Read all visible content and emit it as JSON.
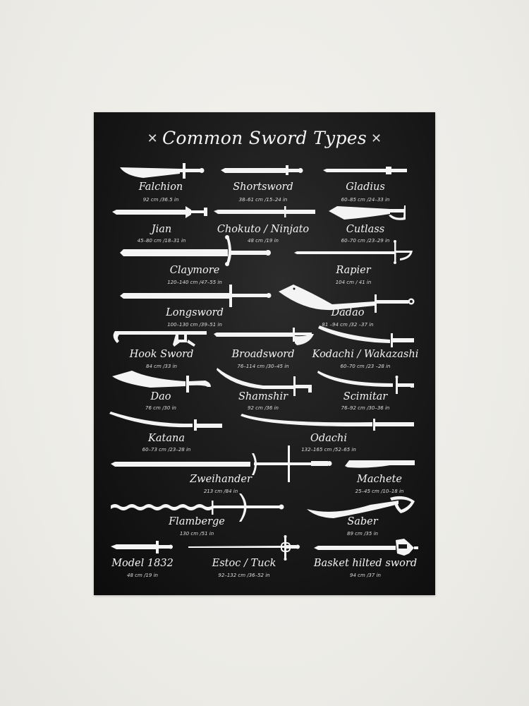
{
  "poster": {
    "title": "Common Sword Types",
    "title_ornament": "crossed-swords",
    "background_color": "#141414",
    "ink_color": "#f4f4f4",
    "wall_color": "#efeee9"
  },
  "swords": [
    {
      "name": "Falchion",
      "measure": "92 cm /36.5 in"
    },
    {
      "name": "Shortsword",
      "measure": "38–61 cm /15–24 in"
    },
    {
      "name": "Gladius",
      "measure": "60–85 cm /24–33 in"
    },
    {
      "name": "Jian",
      "measure": "45–80 cm /18–31 in"
    },
    {
      "name": "Chokuto / Ninjato",
      "measure": "48 cm /19 in"
    },
    {
      "name": "Cutlass",
      "measure": "60–70 cm /23–29 in"
    },
    {
      "name": "Claymore",
      "measure": "120–140 cm /47–55 in"
    },
    {
      "name": "Rapier",
      "measure": "104 cm / 41 in"
    },
    {
      "name": "Longsword",
      "measure": "100–130 cm /39–51 in"
    },
    {
      "name": "Dadao",
      "measure": "81 –94 cm /32 –37 in"
    },
    {
      "name": "Hook Sword",
      "measure": "84 cm /33 in"
    },
    {
      "name": "Broadsword",
      "measure": "76–114 cm /30–45 in"
    },
    {
      "name": "Kodachi / Wakazashi",
      "measure": "60–70 cm /23 –28 in"
    },
    {
      "name": "Dao",
      "measure": "76 cm /30 in"
    },
    {
      "name": "Shamshir",
      "measure": "92 cm /36 in"
    },
    {
      "name": "Scimitar",
      "measure": "76–92 cm /30–36 in"
    },
    {
      "name": "Katana",
      "measure": "60–73 cm /23–28 in"
    },
    {
      "name": "Odachi",
      "measure": "132–165 cm /52–65 in"
    },
    {
      "name": "Zweihander",
      "measure": "213 cm /84 in"
    },
    {
      "name": "Machete",
      "measure": "25–45 cm /10–18 in"
    },
    {
      "name": "Flamberge",
      "measure": "130 cm /51 in"
    },
    {
      "name": "Saber",
      "measure": "89 cm /35 in"
    },
    {
      "name": "Model 1832",
      "measure": "48 cm /19 in"
    },
    {
      "name": "Estoc / Tuck",
      "measure": "92–132 cm /36–52 in"
    },
    {
      "name": "Basket hilted sword",
      "measure": "94 cm /37 in"
    }
  ]
}
